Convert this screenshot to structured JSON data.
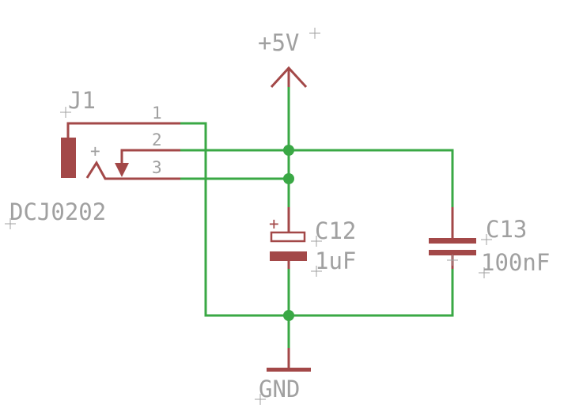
{
  "parts": {
    "j1": {
      "name": "J1",
      "value": "DCJ0202",
      "pins": [
        "1",
        "2",
        "3"
      ]
    },
    "c12": {
      "name": "C12",
      "value": "1uF",
      "polarity": "+"
    },
    "c13": {
      "name": "C13",
      "value": "100nF"
    },
    "j1_polarity": "+",
    "supply": {
      "label": "+5V"
    },
    "ground": {
      "label": "GND"
    }
  },
  "colors": {
    "wire": "#3aa845",
    "component": "#a34848",
    "text": "#a0a0a0",
    "background": "#ffffff"
  }
}
